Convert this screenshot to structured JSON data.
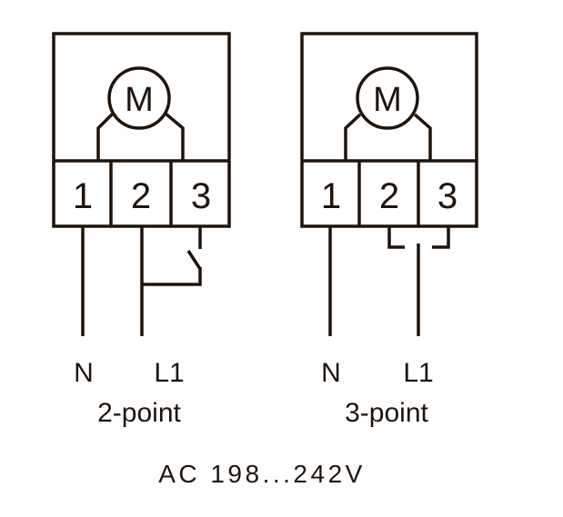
{
  "diagrams": [
    {
      "motor": "M",
      "terminals": [
        "1",
        "2",
        "3"
      ],
      "wire_labels": [
        "N",
        "L1"
      ],
      "mode": "2-point"
    },
    {
      "motor": "M",
      "terminals": [
        "1",
        "2",
        "3"
      ],
      "wire_labels": [
        "N",
        "L1"
      ],
      "mode": "3-point"
    }
  ],
  "supply": "AC 198...242V"
}
